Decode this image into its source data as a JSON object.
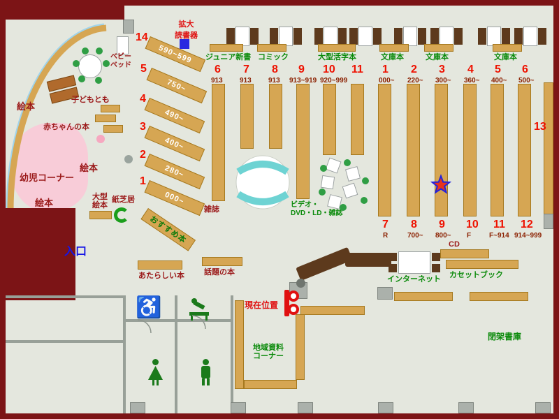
{
  "colors": {
    "wall_dark_red": "#7c1416",
    "shelf_tan": "#d6a653",
    "label_dark_red": "#9b1a1a",
    "label_green": "#0a8a0a",
    "number_red": "#ee1100",
    "entrance_blue": "#1616e6",
    "bench_cyan": "#6ed3d3",
    "infant_pink": "#f8ccd8"
  },
  "kids_area": {
    "picture_books_a": "絵本",
    "picture_books_b": "絵本",
    "picture_books_c": "絵本",
    "baby_books": "赤ちゃんの本",
    "infant_corner": "幼児コーナー",
    "kodomo_tomo": "子どもとも",
    "baby_bed": "ベビー\nベッド",
    "large_picture_books": "大型\n絵本",
    "kamishibai": "紙芝居"
  },
  "diagonal_shelves": [
    {
      "number": "14",
      "range": "590~599"
    },
    {
      "number": "5",
      "range": "750~"
    },
    {
      "number": "4",
      "range": "490~"
    },
    {
      "number": "3",
      "range": "400~"
    },
    {
      "number": "2",
      "range": "280~"
    },
    {
      "number": "1",
      "range": "000~"
    }
  ],
  "recommended_books": "おすすめ本",
  "magnifier_reader": "拡大\n読書器",
  "genres": [
    "ジュニア新書",
    "コミック",
    "大型活字本",
    "文庫本",
    "文庫本",
    "文庫本"
  ],
  "center_shelves": {
    "numbers": [
      "6",
      "7",
      "8",
      "9",
      "10",
      "11"
    ],
    "ranges": [
      "913",
      "913",
      "913",
      "913~919",
      "920~999"
    ]
  },
  "right_shelves": {
    "top_numbers": [
      "1",
      "2",
      "3",
      "4",
      "5",
      "6"
    ],
    "top_ranges": [
      "000~",
      "220~",
      "300~",
      "360~",
      "400~",
      "500~"
    ],
    "bottom_numbers": [
      "7",
      "8",
      "9",
      "10",
      "11",
      "12"
    ],
    "bottom_ranges": [
      "R",
      "700~",
      "800~",
      "F",
      "F~914",
      "914~999"
    ]
  },
  "shelf_13": "13",
  "magazines": "雑誌",
  "av_corner": "ビデオ・\nDVD・LD・雑誌",
  "entrance": "入口",
  "new_books": "あたらしい本",
  "topic_books": "話題の本",
  "current_location": "現在位置",
  "cd": "CD",
  "internet": "インターネット",
  "cassette_books": "カセットブック",
  "local_materials": "地域資料\nコーナー",
  "closed_stacks": "閉架書庫"
}
